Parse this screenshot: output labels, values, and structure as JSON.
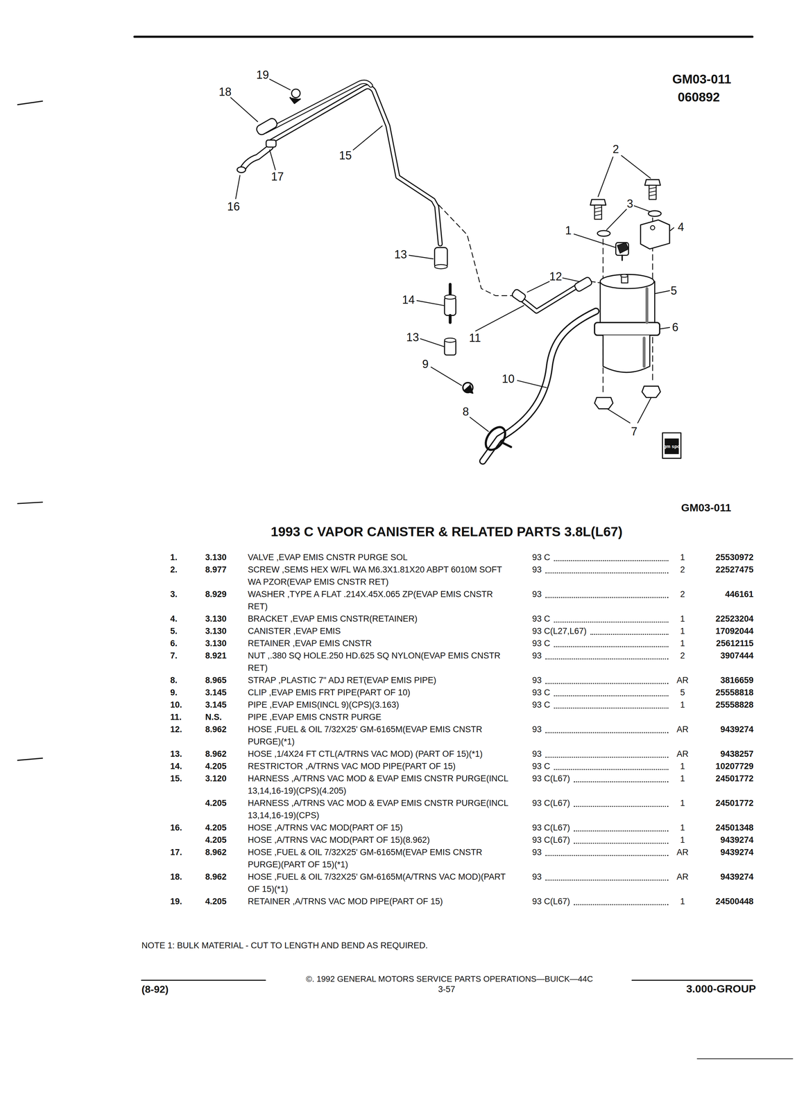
{
  "diagram": {
    "title": "1993 C VAPOR CANISTER & RELATED PARTS 3.8L(L67)",
    "labels": [
      "GM03-011",
      "060892",
      "19",
      "18",
      "15",
      "17",
      "16",
      "13",
      "14",
      "13",
      "9",
      "10",
      "8",
      "11",
      "12",
      "1",
      "2",
      "3",
      "4",
      "5",
      "6",
      "7",
      "gm spo",
      "GM03-011",
      "1.",
      "3.130",
      "VALVE ,EVAP EMIS CNSTR PURGE SOL",
      "93 C",
      "1",
      "25530972",
      "2.",
      "8.977",
      "SCREW ,SEMS HEX W/FL WA M6.3X1.81X20 ABPT 6010M SOFT WA PZOR(EVAP EMIS CNSTR RET)",
      "93",
      "2",
      "22527475",
      "3.",
      "8.929",
      "WASHER ,TYPE A FLAT .214X.45X.065 ZP(EVAP EMIS CNSTR RET)",
      "93",
      "2",
      "446161",
      "4.",
      "3.130",
      "BRACKET ,EVAP EMIS CNSTR(RETAINER)",
      "93 C",
      "1",
      "22523204",
      "5.",
      "3.130",
      "CANISTER ,EVAP EMIS",
      "93 C(L27,L67)",
      "1",
      "17092044",
      "6.",
      "3.130",
      "RETAINER ,EVAP EMIS CNSTR",
      "93 C",
      "1",
      "25612115",
      "7.",
      "8.921",
      "NUT ,.380 SQ HOLE.250 HD.625 SQ NYLON(EVAP EMIS CNSTR RET)",
      "93",
      "2",
      "3907444",
      "8.",
      "8.965",
      "STRAP ,PLASTIC 7\" ADJ RET(EVAP EMIS PIPE)",
      "93",
      "AR",
      "3816659",
      "9.",
      "3.145",
      "CLIP ,EVAP EMIS FRT PIPE(PART OF 10)",
      "93 C",
      "5",
      "25558818",
      "10.",
      "3.145",
      "PIPE ,EVAP EMIS(INCL 9)(CPS)(3.163)",
      "93 C",
      "1",
      "25558828",
      "11.",
      "N.S.",
      "PIPE ,EVAP EMIS CNSTR PURGE",
      "12.",
      "8.962",
      "HOSE ,FUEL & OIL 7/32X25' GM-6165M(EVAP EMIS CNSTR PURGE)(*1)",
      "93",
      "AR",
      "9439274",
      "13.",
      "8.962",
      "HOSE ,1/4X24 FT CTL(A/TRNS VAC MOD) (PART OF 15)(*1)",
      "93",
      "AR",
      "9438257",
      "14.",
      "4.205",
      "RESTRICTOR ,A/TRNS VAC MOD PIPE(PART OF 15)",
      "93 C",
      "1",
      "10207729",
      "15.",
      "3.120",
      "HARNESS ,A/TRNS VAC MOD & EVAP EMIS CNSTR PURGE(INCL 13,14,16-19)(CPS)(4.205)",
      "93 C(L67)",
      "1",
      "24501772",
      "4.205",
      "HARNESS ,A/TRNS VAC MOD & EVAP EMIS CNSTR PURGE(INCL 13,14,16-19)(CPS)",
      "93 C(L67)",
      "1",
      "24501772",
      "16.",
      "4.205",
      "HOSE ,A/TRNS VAC MOD(PART OF 15)",
      "93 C(L67)",
      "1",
      "24501348",
      "4.205",
      "HOSE ,A/TRNS VAC MOD(PART OF 15)(8.962)",
      "93 C(L67)",
      "1",
      "9439274",
      "17.",
      "8.962",
      "HOSE ,FUEL & OIL 7/32X25' GM-6165M(EVAP EMIS CNSTR PURGE)(PART OF 15)(*1)",
      "93",
      "AR",
      "9439274",
      "18.",
      "8.962",
      "HOSE ,FUEL & OIL 7/32X25' GM-6165M(A/TRNS VAC MOD)(PART OF 15)(*1)",
      "93",
      "AR",
      "9439274",
      "19.",
      "4.205",
      "RETAINER ,A/TRNS VAC MOD PIPE(PART OF 15)",
      "93 C(L67)",
      "1",
      "24500448",
      "NOTE 1: BULK MATERIAL - CUT TO LENGTH AND BEND AS REQUIRED.",
      "©. 1992 GENERAL MOTORS SERVICE PARTS OPERATIONS—BUICK—44C",
      "(8-92)",
      "3-57",
      "3.000-GROUP"
    ]
  }
}
